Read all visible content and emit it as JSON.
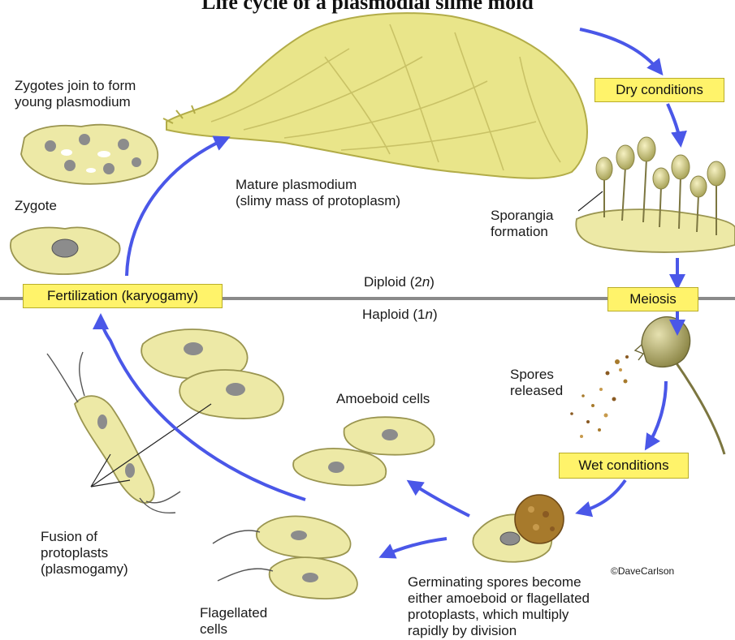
{
  "title": "Life cycle of a plasmodial slime mold",
  "stages": {
    "mature_plasmodium": [
      "Mature plasmodium",
      "(slimy mass of protoplasm)"
    ],
    "young_plasmodium": [
      "Zygotes join to form",
      "young plasmodium"
    ],
    "zygote": "Zygote",
    "dry_conditions": "Dry conditions",
    "sporangia": [
      "Sporangia",
      "formation"
    ],
    "meiosis": "Meiosis",
    "fertilization": "Fertilization (karyogamy)",
    "spores_released": [
      "Spores",
      "released"
    ],
    "wet_conditions": "Wet conditions",
    "amoeboid_cells": "Amoeboid cells",
    "fusion": [
      "Fusion of",
      "protoplasts",
      "(plasmogamy)"
    ],
    "flagellated_cells": [
      "Flagellated",
      "cells"
    ],
    "germinating": [
      "Germinating spores become",
      "either amoeboid or flagellated",
      "protoplasts, which multiply",
      "rapidly by division"
    ]
  },
  "ploidy": {
    "diploid_prefix": "Diploid (2",
    "diploid_italic": "n",
    "diploid_suffix": ")",
    "haploid_prefix": "Haploid (1",
    "haploid_italic": "n",
    "haploid_suffix": ")"
  },
  "credit": "©DaveCarlson",
  "colors": {
    "arrow": "#4a57e8",
    "label_box": "#fff36a",
    "cell_fill": "#ede9a6",
    "cell_stroke": "#9a9550",
    "nucleus": "#8c8c8c",
    "divider": "#8a8a8a",
    "spore_capsule": "#a77a2c"
  }
}
